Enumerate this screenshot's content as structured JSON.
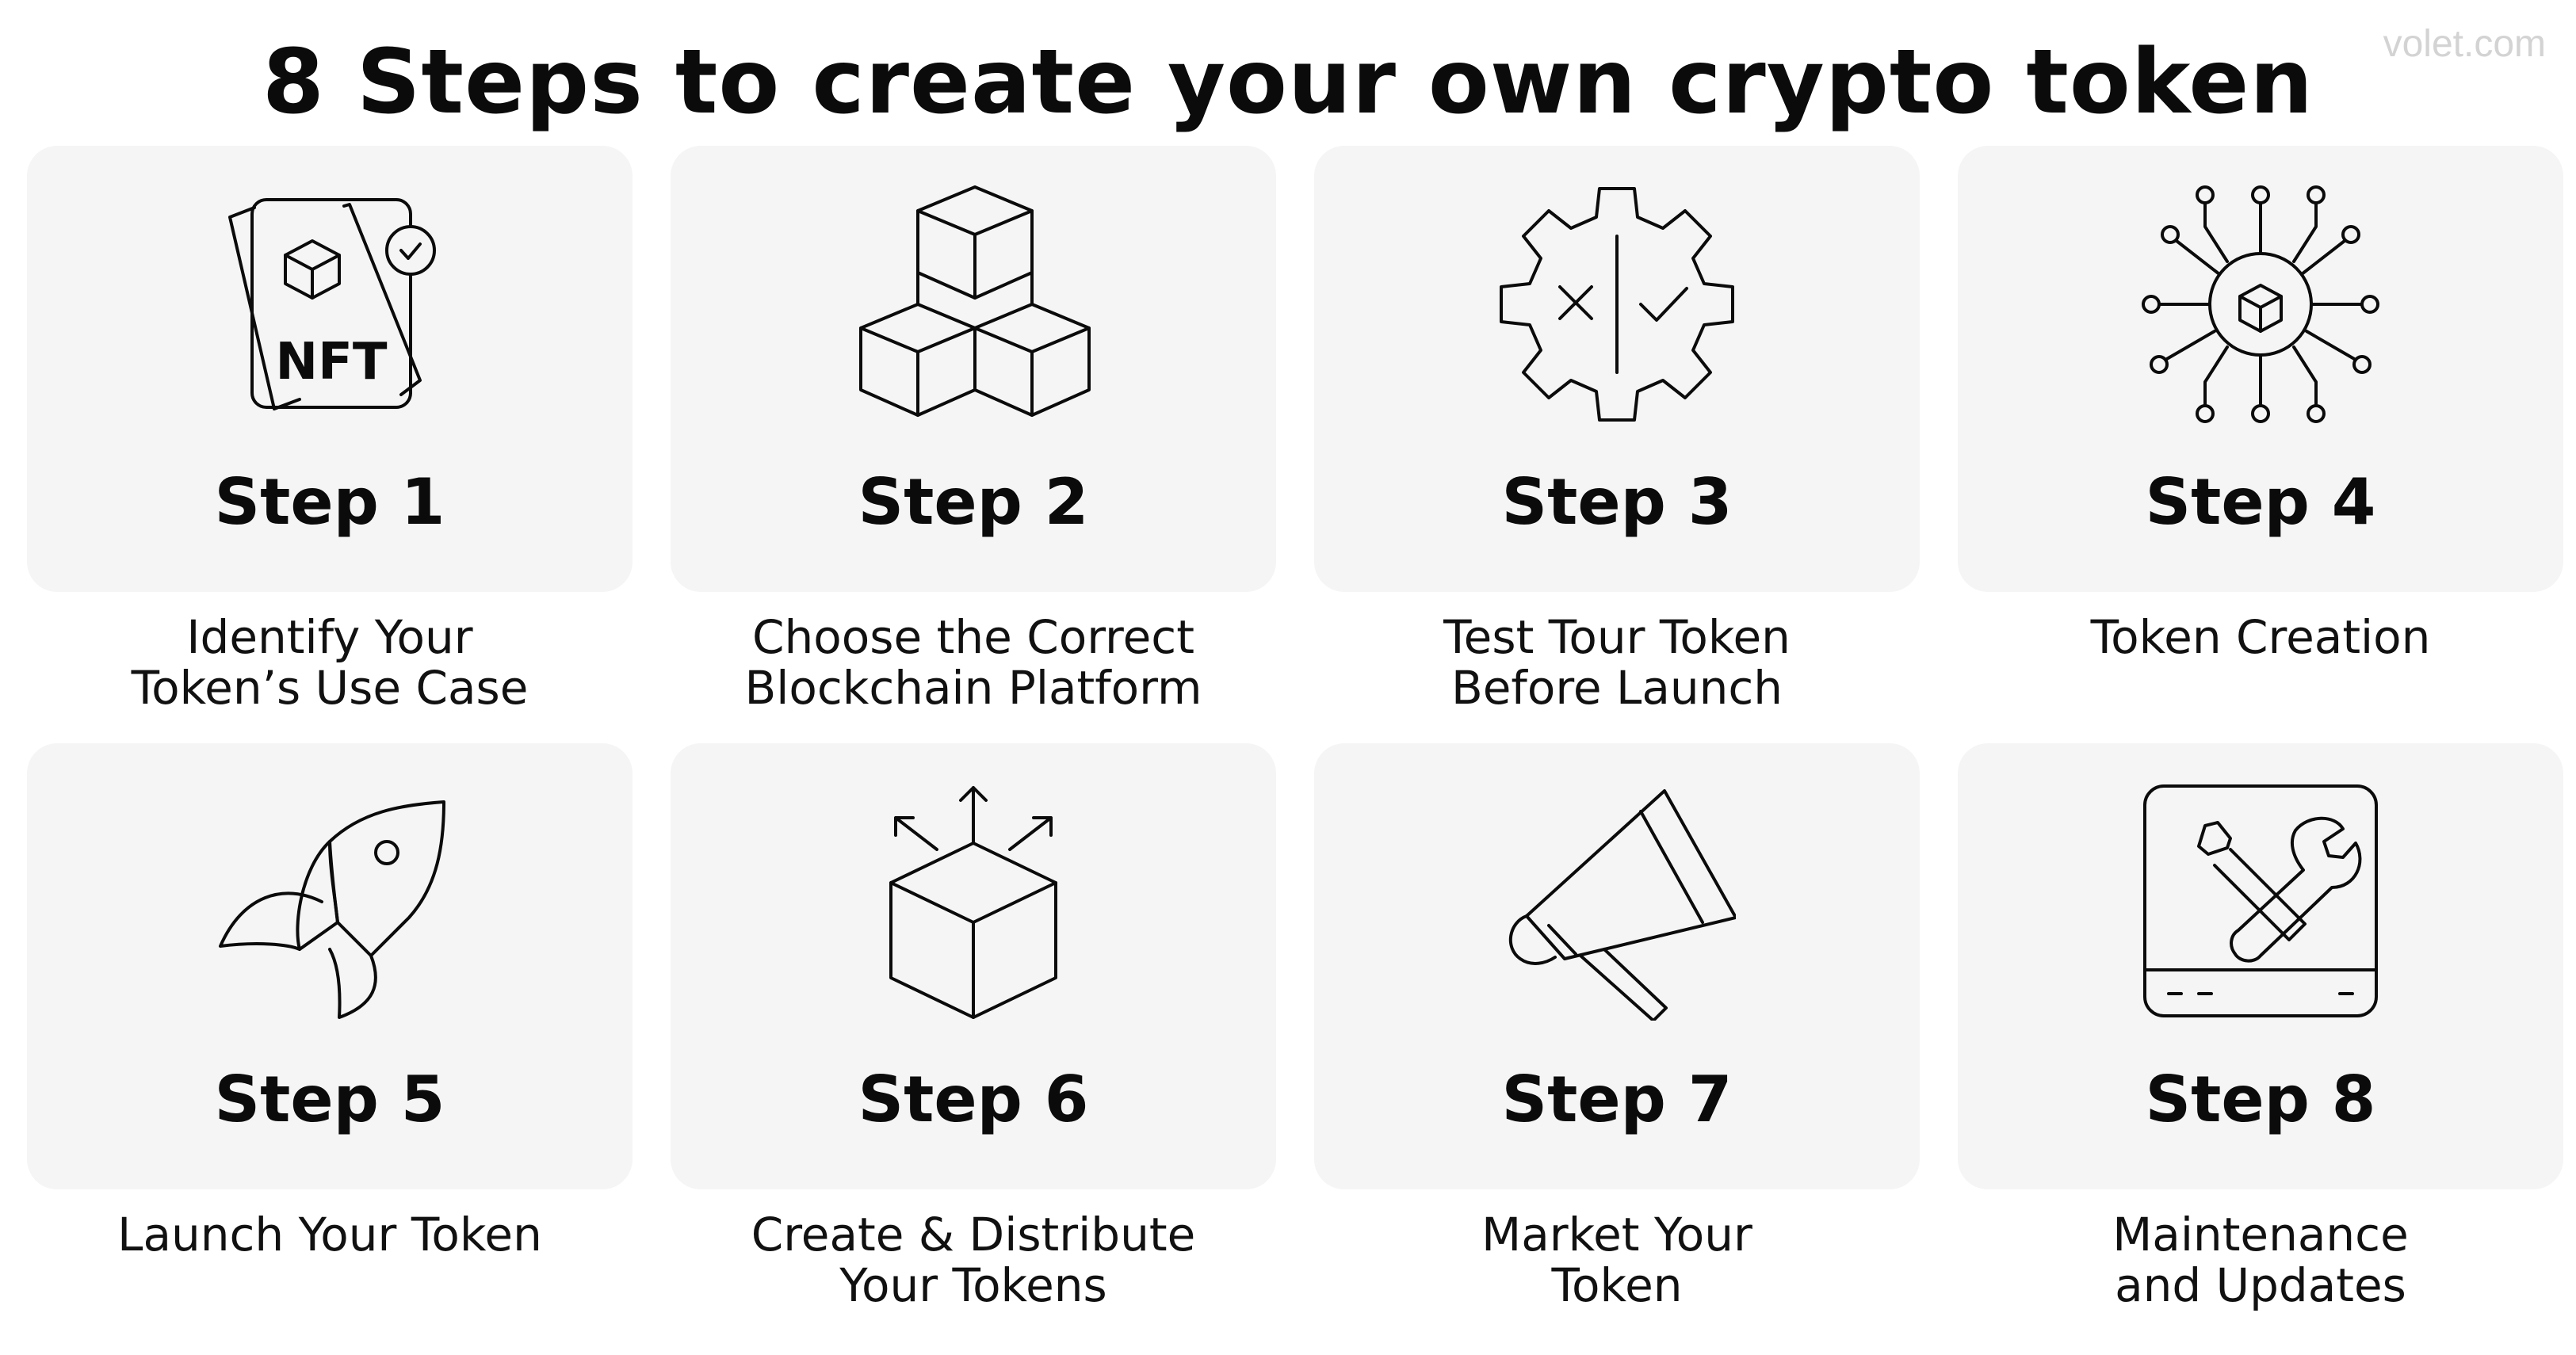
{
  "title": "8 Steps to create your own crypto token",
  "watermark": "volet.com",
  "steps": [
    {
      "label": "Step 1",
      "desc": [
        "Identify Your",
        "Token’s Use Case"
      ],
      "icon": "nft-card-icon",
      "icon_text": "NFT"
    },
    {
      "label": "Step 2",
      "desc": [
        "Choose the Correct",
        "Blockchain Platform"
      ],
      "icon": "stacked-cubes-icon"
    },
    {
      "label": "Step 3",
      "desc": [
        "Test Tour Token",
        "Before Launch"
      ],
      "icon": "gear-test-icon"
    },
    {
      "label": "Step 4",
      "desc": [
        "Token Creation"
      ],
      "icon": "network-cube-icon"
    },
    {
      "label": "Step 5",
      "desc": [
        "Launch Your Token"
      ],
      "icon": "rocket-icon"
    },
    {
      "label": "Step 6",
      "desc": [
        "Create & Distribute",
        "Your Tokens"
      ],
      "icon": "distribute-cube-icon"
    },
    {
      "label": "Step 7",
      "desc": [
        "Market Your",
        "Token"
      ],
      "icon": "megaphone-icon"
    },
    {
      "label": "Step 8",
      "desc": [
        "Maintenance",
        "and Updates"
      ],
      "icon": "maintenance-tools-icon"
    }
  ]
}
